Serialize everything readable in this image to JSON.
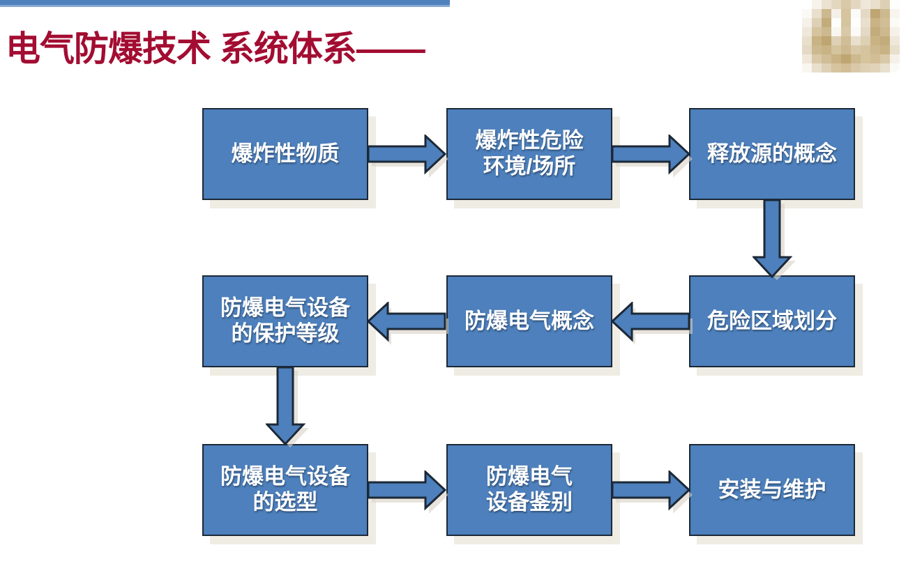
{
  "header": {
    "title": "电气防爆技术 系统体系——"
  },
  "colors": {
    "accent_blue": "#4D80BC",
    "box_border_navy": "#1C2836",
    "title_dark_red": "#A30D32",
    "top_bar_blue": "#4F81BD",
    "shadow_tan": "#EFECE4"
  },
  "logo": {
    "description": "blurred-beige-logo",
    "pixels": [
      [
        "#FFFFFF",
        "#F7F2EA",
        "#EBE2D1",
        "#E3D7C0",
        "#D9C9A9",
        "#E3D7C0",
        "#EFE8DA",
        "#E8DFCC",
        "#DDD0B5",
        "#FDFDFC"
      ],
      [
        "#FBF9F5",
        "#E8DFCC",
        "#CDB98F",
        "#F5F0E7",
        "#D5C49E",
        "#FCFBF8",
        "#E4D9C4",
        "#BFA571",
        "#CDB98F",
        "#F8F5EF"
      ],
      [
        "#F5F1E9",
        "#DDD0B5",
        "#C3AC7C",
        "#FDFDFB",
        "#D5C49E",
        "#FEFEFD",
        "#E8DFCC",
        "#C9B384",
        "#D1BD96",
        "#FBFAF6"
      ],
      [
        "#EFE8DA",
        "#D5C49E",
        "#CDB98F",
        "#F9F6F0",
        "#D9C9A9",
        "#FBFAF6",
        "#E4D9C4",
        "#C3AC7C",
        "#CDB98F",
        "#F5F1E9"
      ],
      [
        "#E8DFCC",
        "#C9B384",
        "#BFA571",
        "#DDD0B5",
        "#D1BD96",
        "#E8DFCC",
        "#DDD0B5",
        "#C9B384",
        "#C3AC7C",
        "#EFE8DA"
      ],
      [
        "#E4D9C4",
        "#CDB98F",
        "#C9B384",
        "#D5C49E",
        "#CDB98F",
        "#D9C9A9",
        "#D5C49E",
        "#CDB98F",
        "#C9B384",
        "#E8DFCC"
      ],
      [
        "#EFE8DA",
        "#D9C9A9",
        "#D1BD96",
        "#C9B384",
        "#BFA571",
        "#CDB98F",
        "#D5C49E",
        "#D1BD96",
        "#D9C9A9",
        "#F5F1E9"
      ],
      [
        "#F9F6F0",
        "#E8DFCC",
        "#DDD0B5",
        "#D5C49E",
        "#D1BD96",
        "#D9C9A9",
        "#DDD0B5",
        "#E0D3B9",
        "#E8DFCC",
        "#FBFAF6"
      ]
    ]
  },
  "flow": {
    "nodes": [
      {
        "id": "n1",
        "label": "爆炸性物质"
      },
      {
        "id": "n2",
        "label": "爆炸性危险\n环境/场所"
      },
      {
        "id": "n3",
        "label": "释放源的概念"
      },
      {
        "id": "n4",
        "label": "危险区域划分"
      },
      {
        "id": "n5",
        "label": "防爆电气概念"
      },
      {
        "id": "n6",
        "label": "防爆电气设备\n的保护等级"
      },
      {
        "id": "n7",
        "label": "防爆电气设备\n的选型"
      },
      {
        "id": "n8",
        "label": "防爆电气\n设备鉴别"
      },
      {
        "id": "n9",
        "label": "安装与维护"
      }
    ],
    "edges": [
      {
        "from": "爆炸性物质",
        "to": "爆炸性危险环境/场所",
        "direction": "right"
      },
      {
        "from": "爆炸性危险环境/场所",
        "to": "释放源的概念",
        "direction": "right"
      },
      {
        "from": "释放源的概念",
        "to": "危险区域划分",
        "direction": "down"
      },
      {
        "from": "危险区域划分",
        "to": "防爆电气概念",
        "direction": "left"
      },
      {
        "from": "防爆电气概念",
        "to": "防爆电气设备的保护等级",
        "direction": "left"
      },
      {
        "from": "防爆电气设备的保护等级",
        "to": "防爆电气设备的选型",
        "direction": "down"
      },
      {
        "from": "防爆电气设备的选型",
        "to": "防爆电气设备鉴别",
        "direction": "right"
      },
      {
        "from": "防爆电气设备鉴别",
        "to": "安装与维护",
        "direction": "right"
      }
    ]
  }
}
